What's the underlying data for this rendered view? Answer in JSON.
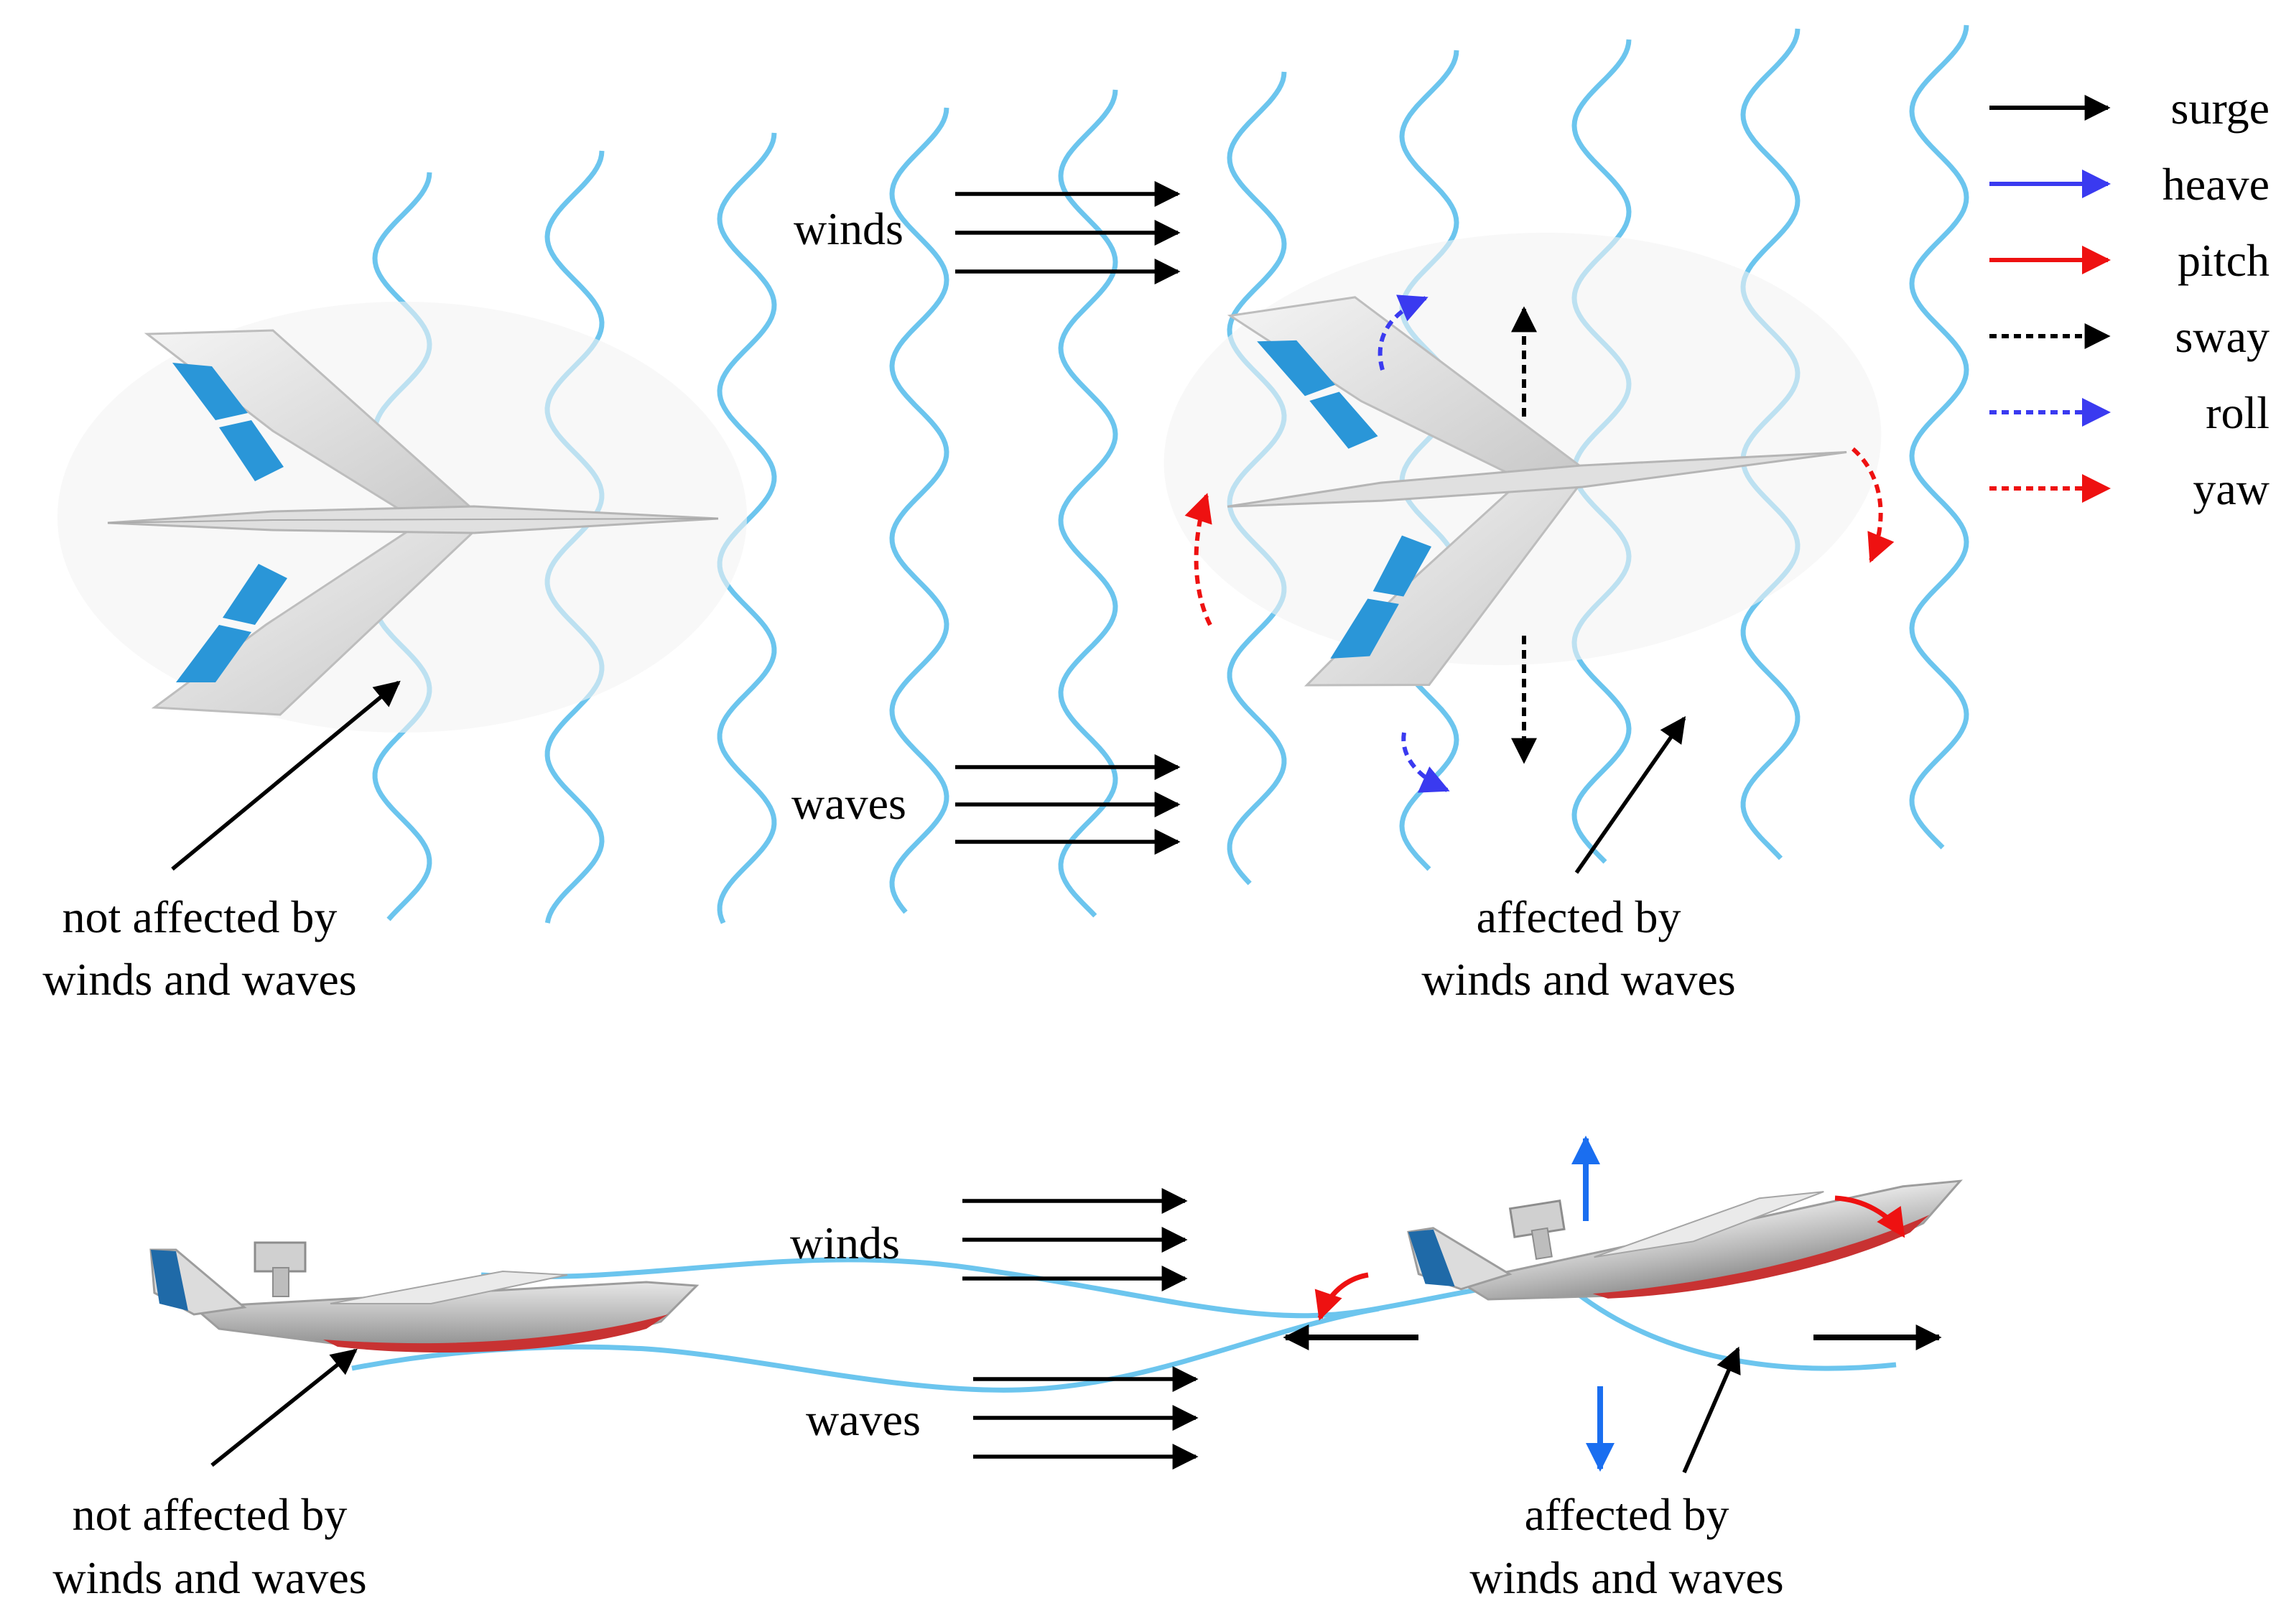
{
  "legend": {
    "items": [
      {
        "label": "surge",
        "color": "#000000",
        "style": "solid"
      },
      {
        "label": "heave",
        "color": "#3a3af0",
        "style": "solid"
      },
      {
        "label": "pitch",
        "color": "#ee1111",
        "style": "solid"
      },
      {
        "label": "sway",
        "color": "#000000",
        "style": "dashed"
      },
      {
        "label": "roll",
        "color": "#3a3af0",
        "style": "dashed"
      },
      {
        "label": "yaw",
        "color": "#ee1111",
        "style": "dashed"
      }
    ]
  },
  "top_view": {
    "winds_label": "winds",
    "waves_label": "waves",
    "left_caption": [
      "not affected by",
      "winds and waves"
    ],
    "right_caption": [
      "affected by",
      "winds and waves"
    ]
  },
  "side_view": {
    "winds_label": "winds",
    "waves_label": "waves",
    "left_caption": [
      "not affected by",
      "winds and waves"
    ],
    "right_caption": [
      "affected by",
      "winds and waves"
    ]
  },
  "colors": {
    "wave": "#6cc5ee",
    "hull_red": "#c83232",
    "body_gray": "#c9c9c9",
    "panel_blue": "#2a96d8",
    "heave_blue": "#3a3af0",
    "side_blue": "#1a6ef0",
    "red": "#ee1111"
  },
  "icons": [
    "black-arrow-icon",
    "blue-arrow-icon",
    "red-arrow-icon",
    "dashed-arrow-icon",
    "aircraft-top-view",
    "aircraft-side-view"
  ]
}
